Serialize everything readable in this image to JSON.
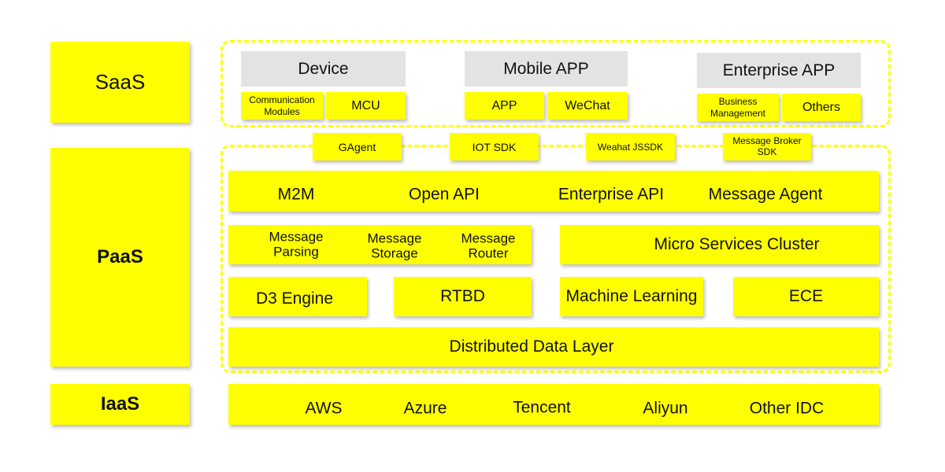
{
  "tiers": {
    "saas": "SaaS",
    "paas": "PaaS",
    "iaas": "IaaS"
  },
  "saas": {
    "device": {
      "title": "Device",
      "items": [
        "Communication Modules",
        "MCU"
      ]
    },
    "mobile": {
      "title": "Mobile APP",
      "items": [
        "APP",
        "WeChat"
      ]
    },
    "enterprise": {
      "title": "Enterprise APP",
      "items": [
        "Business Management",
        "Others"
      ]
    }
  },
  "sdks": [
    "GAgent",
    "IOT SDK",
    "Weahat JSSDK",
    "Message Broker SDK"
  ],
  "paas": {
    "api_row": [
      "M2M",
      "Open API",
      "Enterprise API",
      "Message Agent"
    ],
    "message_row": [
      "Message Parsing",
      "Message Storage",
      "Message Router"
    ],
    "micro_services": "Micro Services Cluster",
    "engines": [
      "D3 Engine",
      "RTBD",
      "Machine Learning",
      "ECE"
    ],
    "data_layer": "Distributed Data Layer"
  },
  "iaas": [
    "AWS",
    "Azure",
    "Tencent",
    "Aliyun",
    "Other IDC"
  ],
  "colors": {
    "accent": "#ffff00",
    "header_gray": "#e3e3e3"
  }
}
